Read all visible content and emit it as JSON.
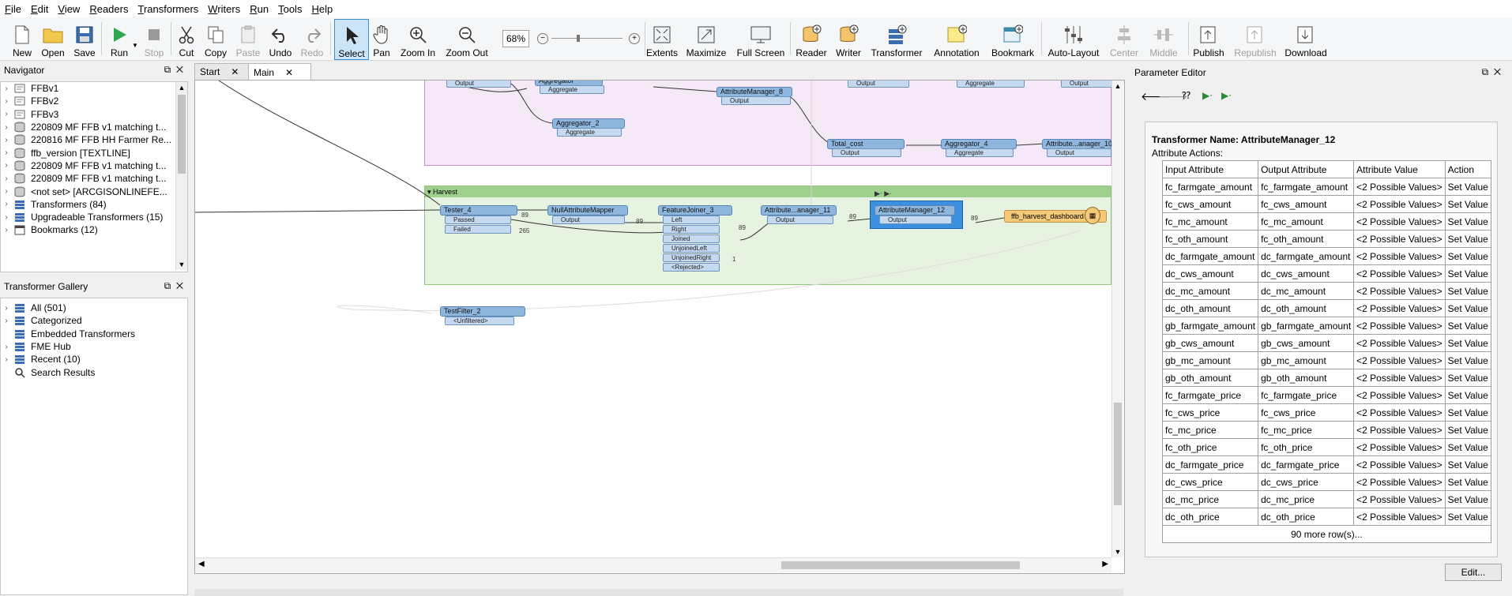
{
  "menu": [
    "File",
    "Edit",
    "View",
    "Readers",
    "Transformers",
    "Writers",
    "Run",
    "Tools",
    "Help"
  ],
  "toolbar": {
    "new": "New",
    "open": "Open",
    "save": "Save",
    "run": "Run",
    "stop": "Stop",
    "cut": "Cut",
    "copy": "Copy",
    "paste": "Paste",
    "undo": "Undo",
    "redo": "Redo",
    "select": "Select",
    "pan": "Pan",
    "zoom_in": "Zoom In",
    "zoom_out": "Zoom Out",
    "zoom_level": "68%",
    "extents": "Extents",
    "maximize": "Maximize",
    "full_screen": "Full Screen",
    "reader": "Reader",
    "writer": "Writer",
    "transformer": "Transformer",
    "annotation": "Annotation",
    "bookmark": "Bookmark",
    "auto_layout": "Auto-Layout",
    "center": "Center",
    "middle": "Middle",
    "publish": "Publish",
    "republish": "Republish",
    "download": "Download"
  },
  "navigator": {
    "title": "Navigator",
    "items": [
      {
        "label": "FFBv1"
      },
      {
        "label": "FFBv2"
      },
      {
        "label": "FFBv3"
      },
      {
        "label": "220809 MF FFB v1 matching t..."
      },
      {
        "label": "220816 MF FFB HH Farmer Re..."
      },
      {
        "label": "ffb_version [TEXTLINE]"
      },
      {
        "label": "220809 MF FFB v1 matching t..."
      },
      {
        "label": "220809 MF FFB v1 matching t..."
      },
      {
        "label": "<not set> [ARCGISONLINEFE..."
      },
      {
        "label": "Transformers (84)"
      },
      {
        "label": "Upgradeable Transformers (15)"
      },
      {
        "label": "Bookmarks (12)"
      }
    ]
  },
  "gallery": {
    "title": "Transformer Gallery",
    "items": [
      {
        "label": "All (501)"
      },
      {
        "label": "Categorized"
      },
      {
        "label": "Embedded Transformers"
      },
      {
        "label": "FME Hub"
      },
      {
        "label": "Recent (10)"
      },
      {
        "label": "Search Results"
      }
    ]
  },
  "tabs": {
    "start": "Start",
    "main": "Main"
  },
  "canvas": {
    "harvest_label": "Harvest",
    "nodes": {
      "aggregator_top": "Aggregator",
      "aggregate_port": "Aggregate",
      "output": "Output",
      "attribute_manager_8": "AttributeManager_8",
      "aggregator_2": "Aggregator_2",
      "total_cost": "Total_cost",
      "aggregator_4": "Aggregator_4",
      "attribute_manager_10": "Attribute...anager_10",
      "tester_4": "Tester_4",
      "passed": "Passed",
      "failed": "Failed",
      "null_attribute_mapper": "NullAttributeMapper",
      "feature_joiner_3": "FeatureJoiner_3",
      "left": "Left",
      "right": "Right",
      "joined": "Joined",
      "unjoined_left": "UnjoinedLeft",
      "unjoined_right": "UnjoinedRight",
      "rejected": "<Rejected>",
      "attribute_manager_11": "Attribute...anager_11",
      "attribute_manager_12": "AttributeManager_12",
      "ffb_harvest_dashboard": "ffb_harvest_dashboard",
      "test_filter_2": "TestFilter_2",
      "unfiltered": "<Unfiltered>"
    },
    "counts": {
      "a": "89",
      "b": "265",
      "c": "89",
      "d": "89",
      "e": "89",
      "f": "89",
      "g": "1"
    }
  },
  "parameter_editor": {
    "title": "Parameter Editor",
    "transformer_name": "Transformer Name: AttributeManager_12",
    "attribute_actions": "Attribute Actions:",
    "headers": [
      "Input Attribute",
      "Output Attribute",
      "Attribute Value",
      "Action"
    ],
    "rows": [
      [
        "fc_farmgate_amount",
        "fc_farmgate_amount",
        "<2 Possible Values>",
        "Set Value"
      ],
      [
        "fc_cws_amount",
        "fc_cws_amount",
        "<2 Possible Values>",
        "Set Value"
      ],
      [
        "fc_mc_amount",
        "fc_mc_amount",
        "<2 Possible Values>",
        "Set Value"
      ],
      [
        "fc_oth_amount",
        "fc_oth_amount",
        "<2 Possible Values>",
        "Set Value"
      ],
      [
        "dc_farmgate_amount",
        "dc_farmgate_amount",
        "<2 Possible Values>",
        "Set Value"
      ],
      [
        "dc_cws_amount",
        "dc_cws_amount",
        "<2 Possible Values>",
        "Set Value"
      ],
      [
        "dc_mc_amount",
        "dc_mc_amount",
        "<2 Possible Values>",
        "Set Value"
      ],
      [
        "dc_oth_amount",
        "dc_oth_amount",
        "<2 Possible Values>",
        "Set Value"
      ],
      [
        "gb_farmgate_amount",
        "gb_farmgate_amount",
        "<2 Possible Values>",
        "Set Value"
      ],
      [
        "gb_cws_amount",
        "gb_cws_amount",
        "<2 Possible Values>",
        "Set Value"
      ],
      [
        "gb_mc_amount",
        "gb_mc_amount",
        "<2 Possible Values>",
        "Set Value"
      ],
      [
        "gb_oth_amount",
        "gb_oth_amount",
        "<2 Possible Values>",
        "Set Value"
      ],
      [
        "fc_farmgate_price",
        "fc_farmgate_price",
        "<2 Possible Values>",
        "Set Value"
      ],
      [
        "fc_cws_price",
        "fc_cws_price",
        "<2 Possible Values>",
        "Set Value"
      ],
      [
        "fc_mc_price",
        "fc_mc_price",
        "<2 Possible Values>",
        "Set Value"
      ],
      [
        "fc_oth_price",
        "fc_oth_price",
        "<2 Possible Values>",
        "Set Value"
      ],
      [
        "dc_farmgate_price",
        "dc_farmgate_price",
        "<2 Possible Values>",
        "Set Value"
      ],
      [
        "dc_cws_price",
        "dc_cws_price",
        "<2 Possible Values>",
        "Set Value"
      ],
      [
        "dc_mc_price",
        "dc_mc_price",
        "<2 Possible Values>",
        "Set Value"
      ],
      [
        "dc_oth_price",
        "dc_oth_price",
        "<2 Possible Values>",
        "Set Value"
      ]
    ],
    "more_rows": "90 more row(s)...",
    "edit_button": "Edit..."
  }
}
